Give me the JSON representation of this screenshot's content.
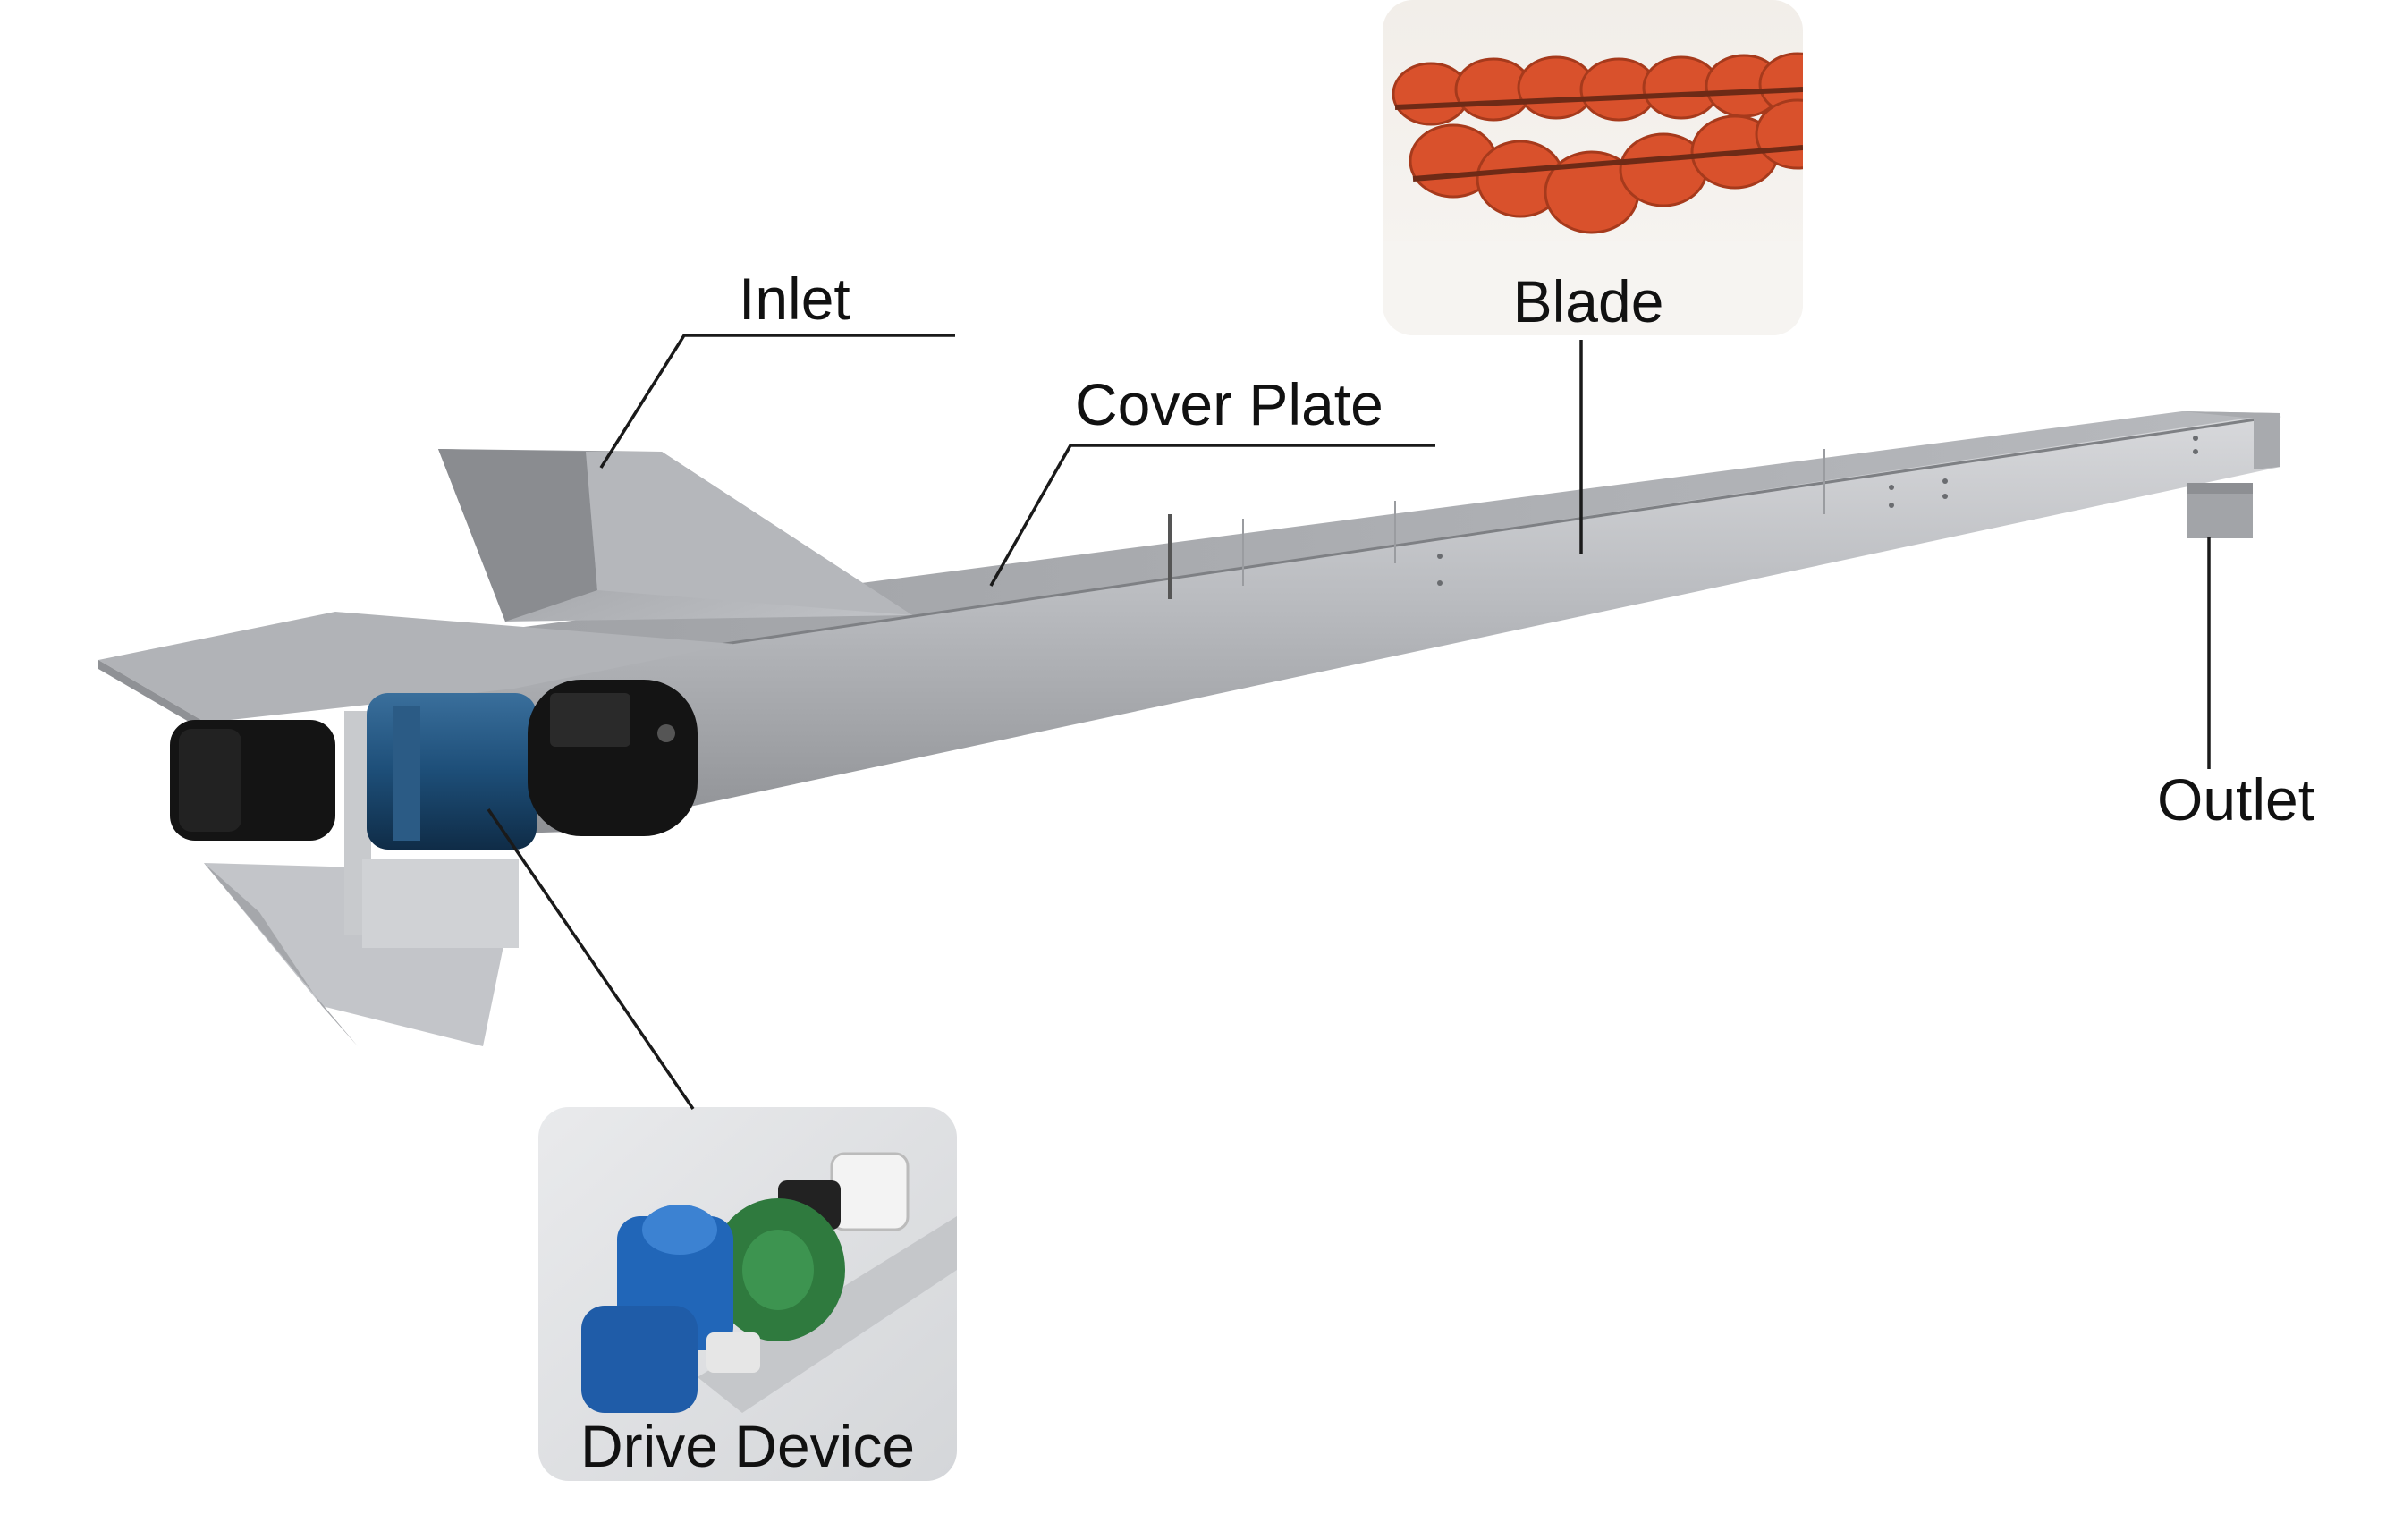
{
  "labels": {
    "inlet": "Inlet",
    "cover_plate": "Cover Plate",
    "blade": "Blade",
    "outlet": "Outlet",
    "drive_device": "Drive Device"
  },
  "colors": {
    "background": "#ffffff",
    "trough_steel": "#b4b6ba",
    "motor_blue": "#1d4e78",
    "blade_orange": "#d9512c",
    "drive_green": "#2f7a3e",
    "leader_line": "#1a1a1a"
  },
  "icons": {
    "blade_inset": "screw-blade-photo",
    "drive_inset": "drive-motor-photo"
  }
}
